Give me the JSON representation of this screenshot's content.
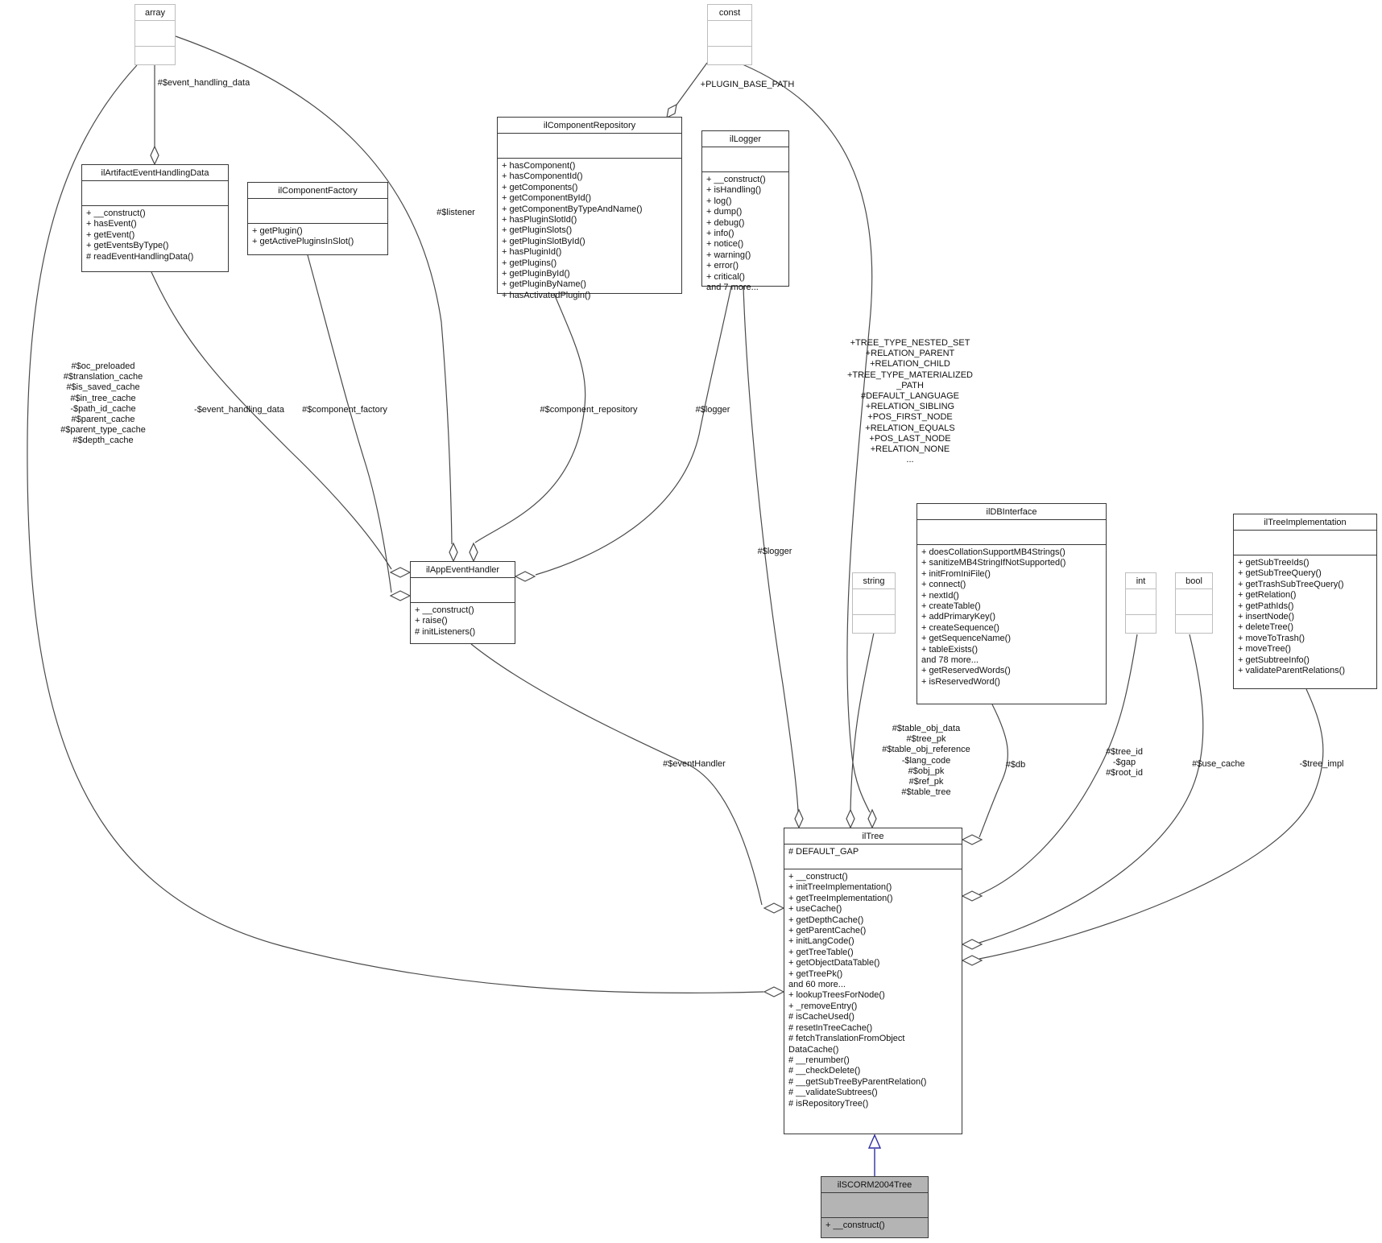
{
  "diagram_type": "uml-collaboration-diagram",
  "classes": {
    "array": {
      "title": "array"
    },
    "const": {
      "title": "const"
    },
    "string": {
      "title": "string"
    },
    "int": {
      "title": "int"
    },
    "bool": {
      "title": "bool"
    },
    "ilArtifactEventHandlingData": {
      "title": "ilArtifactEventHandlingData",
      "attributes": [],
      "methods": [
        "+ __construct()",
        "+ hasEvent()",
        "+ getEvent()",
        "+ getEventsByType()",
        "# readEventHandlingData()"
      ]
    },
    "ilComponentFactory": {
      "title": "ilComponentFactory",
      "attributes": [],
      "methods": [
        "+ getPlugin()",
        "+ getActivePluginsInSlot()"
      ]
    },
    "ilComponentRepository": {
      "title": "ilComponentRepository",
      "attributes": [],
      "methods": [
        "+ hasComponent()",
        "+ hasComponentId()",
        "+ getComponents()",
        "+ getComponentById()",
        "+ getComponentByTypeAndName()",
        "+ hasPluginSlotId()",
        "+ getPluginSlots()",
        "+ getPluginSlotById()",
        "+ hasPluginId()",
        "+ getPlugins()",
        "+ getPluginById()",
        "+ getPluginByName()",
        "+ hasActivatedPlugin()"
      ]
    },
    "ilLogger": {
      "title": "ilLogger",
      "attributes": [],
      "methods": [
        "+ __construct()",
        "+ isHandling()",
        "+ log()",
        "+ dump()",
        "+ debug()",
        "+ info()",
        "+ notice()",
        "+ warning()",
        "+ error()",
        "+ critical()",
        "and 7 more..."
      ]
    },
    "ilDBInterface": {
      "title": "ilDBInterface",
      "attributes": [],
      "methods": [
        "+ doesCollationSupportMB4Strings()",
        "+ sanitizeMB4StringIfNotSupported()",
        "+ initFromIniFile()",
        "+ connect()",
        "+ nextId()",
        "+ createTable()",
        "+ addPrimaryKey()",
        "+ createSequence()",
        "+ getSequenceName()",
        "+ tableExists()",
        "and 78 more...",
        "+ getReservedWords()",
        "+ isReservedWord()"
      ]
    },
    "ilTreeImplementation": {
      "title": "ilTreeImplementation",
      "attributes": [],
      "methods": [
        "+ getSubTreeIds()",
        "+ getSubTreeQuery()",
        "+ getTrashSubTreeQuery()",
        "+ getRelation()",
        "+ getPathIds()",
        "+ insertNode()",
        "+ deleteTree()",
        "+ moveToTrash()",
        "+ moveTree()",
        "+ getSubtreeInfo()",
        "+ validateParentRelations()"
      ]
    },
    "ilAppEventHandler": {
      "title": "ilAppEventHandler",
      "attributes": [],
      "methods": [
        "+ __construct()",
        "+ raise()",
        "# initListeners()"
      ]
    },
    "ilTree": {
      "title": "ilTree",
      "attributes": [
        "# DEFAULT_GAP"
      ],
      "methods": [
        "+ __construct()",
        "+ initTreeImplementation()",
        "+ getTreeImplementation()",
        "+ useCache()",
        "+ getDepthCache()",
        "+ getParentCache()",
        "+ initLangCode()",
        "+ getTreeTable()",
        "+ getObjectDataTable()",
        "+ getTreePk()",
        "and 60 more...",
        "+ lookupTreesForNode()",
        "+ _removeEntry()",
        "# isCacheUsed()",
        "# resetInTreeCache()",
        "# fetchTranslationFromObject",
        "DataCache()",
        "# __renumber()",
        "# __checkDelete()",
        "# __getSubTreeByParentRelation()",
        "# __validateSubtrees()",
        "# isRepositoryTree()"
      ]
    },
    "ilSCORM2004Tree": {
      "title": "ilSCORM2004Tree",
      "attributes": [],
      "methods": [
        "+ __construct()"
      ]
    }
  },
  "edge_labels": {
    "array_to_artifact": "#$event_handling_data",
    "array_to_apphandler": "#$listener",
    "array_to_iltree": [
      "#$oc_preloaded",
      "#$translation_cache",
      "#$is_saved_cache",
      "#$in_tree_cache",
      "-$path_id_cache",
      "#$parent_cache",
      "#$parent_type_cache",
      "#$depth_cache"
    ],
    "const_to_repository": "+PLUGIN_BASE_PATH",
    "const_to_iltree": [
      "+TREE_TYPE_NESTED_SET",
      "+RELATION_PARENT",
      "+RELATION_CHILD",
      "+TREE_TYPE_MATERIALIZED",
      "_PATH",
      "#DEFAULT_LANGUAGE",
      "+RELATION_SIBLING",
      "+POS_FIRST_NODE",
      "+RELATION_EQUALS",
      "+POS_LAST_NODE",
      "+RELATION_NONE",
      "..."
    ],
    "artifact_to_apphandler": "-$event_handling_data",
    "factory_to_apphandler": "#$component_factory",
    "repository_to_apphandler": "#$component_repository",
    "logger_to_apphandler": "#$logger",
    "logger_to_iltree": "#$logger",
    "apphandler_to_iltree": "#$eventHandler",
    "string_to_iltree": [
      "#$table_obj_data",
      "#$tree_pk",
      "#$table_obj_reference",
      "-$lang_code",
      "#$obj_pk",
      "#$ref_pk",
      "#$table_tree"
    ],
    "db_to_iltree": "#$db",
    "int_to_iltree": [
      "#$tree_id",
      "-$gap",
      "#$root_id"
    ],
    "bool_to_iltree": "#$use_cache",
    "treeimpl_to_iltree": "-$tree_impl"
  },
  "colors": {
    "box_border": "#383838",
    "primitive_border": "#bdbdbd",
    "edge": "#4a4a4a",
    "inheritance": "#2e2ea0",
    "highlight_fill": "#b4b4b4"
  }
}
